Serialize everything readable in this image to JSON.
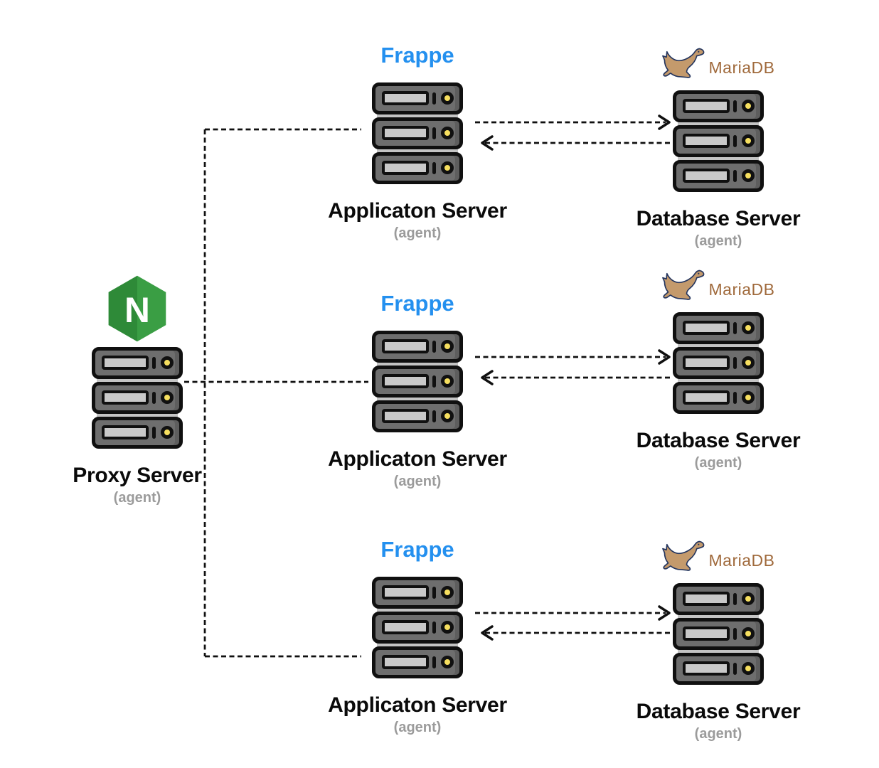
{
  "colors": {
    "frappe-blue": "#2490EF",
    "nginx-green": "#3A9E44",
    "nginx-green-dark": "#2E8A38",
    "mariadb-tan": "#C49A6C",
    "mariadb-outline": "#24355E",
    "mariadb-text": "#A06A3C",
    "server-body": "#6E6E6E",
    "server-outline": "#101010",
    "server-slot": "#C9C9C9",
    "server-rail": "#C4C4C4",
    "led-yellow": "#F6DF5F",
    "wire-black": "#101010",
    "title-color": "#0A0A0A",
    "agent-gray": "#9B9B9B"
  },
  "nodes": {
    "proxy": {
      "letter": "N",
      "title": "Proxy Server",
      "subtitle": "(agent)"
    },
    "app1": {
      "logo": "Frappe",
      "title": "Applicaton Server",
      "subtitle": "(agent)"
    },
    "app2": {
      "logo": "Frappe",
      "title": "Applicaton Server",
      "subtitle": "(agent)"
    },
    "app3": {
      "logo": "Frappe",
      "title": "Applicaton Server",
      "subtitle": "(agent)"
    },
    "db1": {
      "logo": "MariaDB",
      "title": "Database Server",
      "subtitle": "(agent)"
    },
    "db2": {
      "logo": "MariaDB",
      "title": "Database Server",
      "subtitle": "(agent)"
    },
    "db3": {
      "logo": "MariaDB",
      "title": "Database Server",
      "subtitle": "(agent)"
    }
  }
}
